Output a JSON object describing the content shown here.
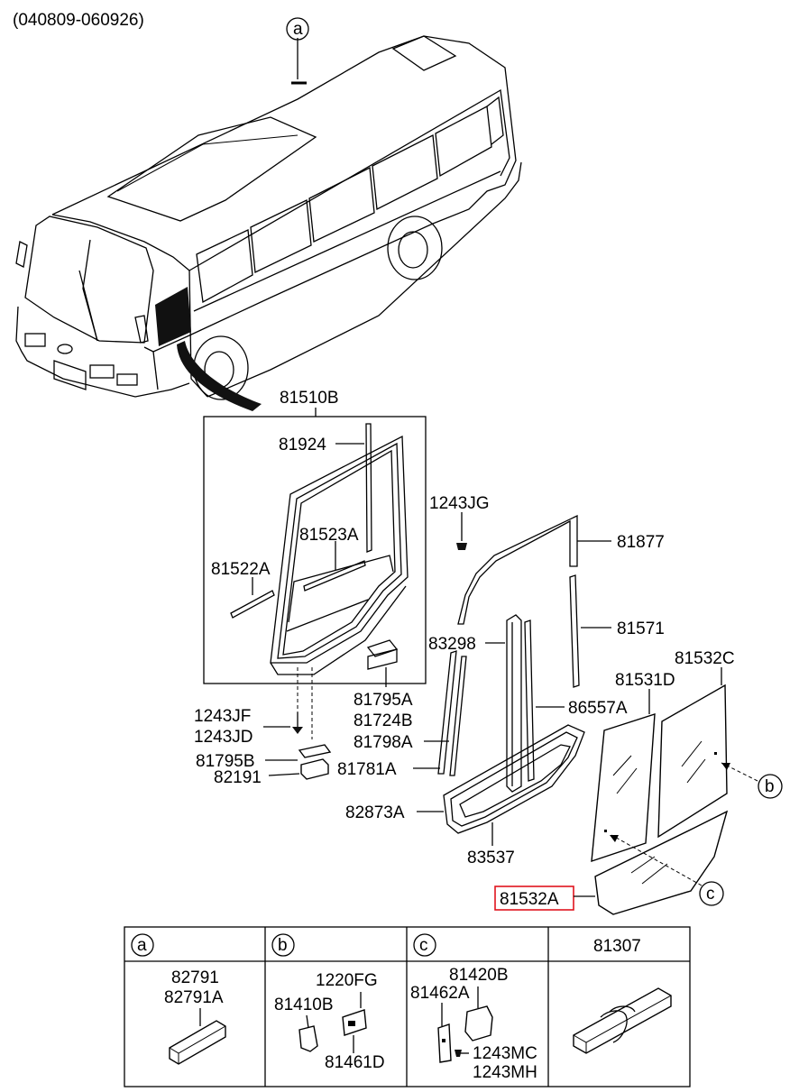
{
  "header": {
    "code": "(040809-060926)"
  },
  "callouts": {
    "a": "a",
    "b": "b",
    "c": "c"
  },
  "labels": {
    "p81510B": "81510B",
    "p81924": "81924",
    "p81523A": "81523A",
    "p81522A": "81522A",
    "p1243JG": "1243JG",
    "p81877": "81877",
    "p81571": "81571",
    "p83298": "83298",
    "p81532C": "81532C",
    "p81531D": "81531D",
    "p81795A": "81795A",
    "p81724B": "81724B",
    "p86557A": "86557A",
    "p1243JF": "1243JF",
    "p1243JD": "1243JD",
    "p81798A": "81798A",
    "p81795B": "81795B",
    "p81781A": "81781A",
    "p82191": "82191",
    "p82873A": "82873A",
    "p83537": "83537",
    "p81532A": "81532A"
  },
  "highlight_color": "#e0141e",
  "legend": {
    "headers": [
      "a",
      "b",
      "c",
      "81307"
    ],
    "cell_a": [
      "82791",
      "82791A"
    ],
    "cell_b": [
      "1220FG",
      "81410B",
      "81461D"
    ],
    "cell_c": [
      "81420B",
      "81462A",
      "1243MC",
      "1243MH"
    ]
  }
}
